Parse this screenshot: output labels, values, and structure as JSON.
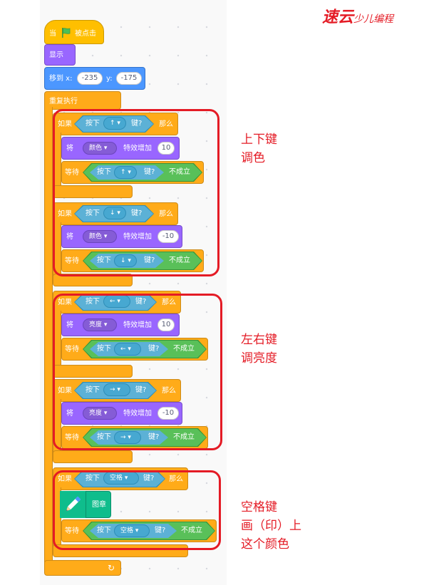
{
  "logo": {
    "primary": "速云",
    "secondary": "少儿编程"
  },
  "script": {
    "hat": {
      "prefix": "当",
      "suffix": "被点击",
      "icon": "green-flag-icon"
    },
    "show": "显示",
    "goto": {
      "label": "移到 x:",
      "ylabel": "y:",
      "x": "-235",
      "y": "-175"
    },
    "forever": "重复执行",
    "if_label": "如果",
    "then_label": "那么",
    "key_pressed_prefix": "按下",
    "key_pressed_suffix": "键?",
    "set_label": "将",
    "change_label": "特效增加",
    "wait_label": "等待",
    "not_label": "不成立",
    "groups": [
      {
        "key": "↑",
        "effect": "颜色",
        "amount": "10"
      },
      {
        "key": "↓",
        "effect": "颜色",
        "amount": "-10"
      },
      {
        "key": "←",
        "effect": "亮度",
        "amount": "10"
      },
      {
        "key": "→",
        "effect": "亮度",
        "amount": "-10"
      },
      {
        "key": "空格",
        "stamp": "图章"
      }
    ],
    "loop_arrow": "↻"
  },
  "annotations": [
    {
      "line1": "上下键",
      "line2": "调色"
    },
    {
      "line1": "左右键",
      "line2": "调亮度"
    },
    {
      "line1": "空格键",
      "line2": "画（印）上",
      "line3": "这个颜色"
    }
  ],
  "colors": {
    "events": "#ffbf00",
    "control": "#ffab19",
    "looks": "#9966ff",
    "motion": "#4c97ff",
    "sensing": "#5cb1d6",
    "operators": "#59c059",
    "pen": "#0fbd8c",
    "highlight": "#e41b25"
  }
}
